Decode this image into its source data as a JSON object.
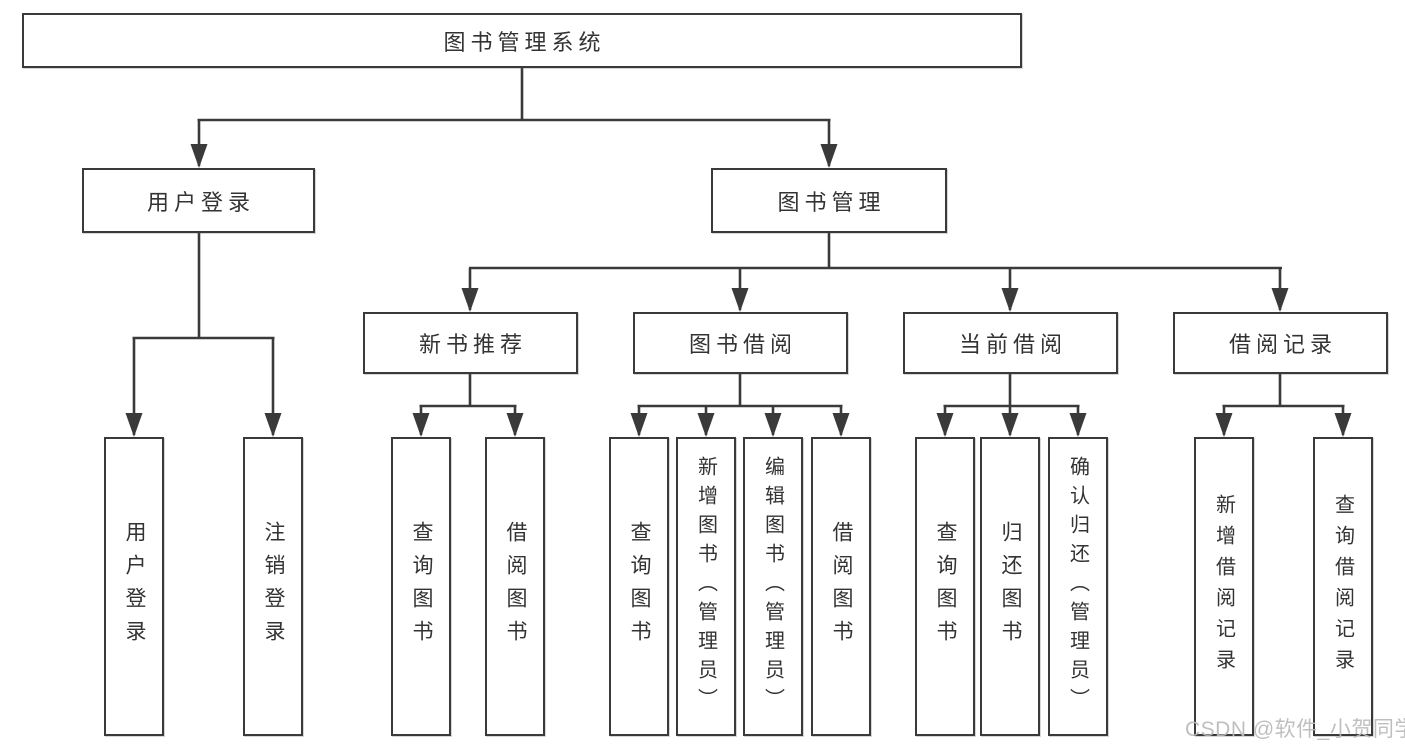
{
  "diagram_title": "图书管理系统",
  "tree": {
    "label": "图书管理系统",
    "children": [
      {
        "label": "用户登录",
        "children": [
          {
            "label": "用户登录"
          },
          {
            "label": "注销登录"
          }
        ]
      },
      {
        "label": "图书管理",
        "children": [
          {
            "label": "新书推荐",
            "children": [
              {
                "label": "查询图书"
              },
              {
                "label": "借阅图书"
              }
            ]
          },
          {
            "label": "图书借阅",
            "children": [
              {
                "label": "查询图书"
              },
              {
                "label": "新增图书（管理员）"
              },
              {
                "label": "编辑图书（管理员）"
              },
              {
                "label": "借阅图书"
              }
            ]
          },
          {
            "label": "当前借阅",
            "children": [
              {
                "label": "查询图书"
              },
              {
                "label": "归还图书"
              },
              {
                "label": "确认归还（管理员）"
              }
            ]
          },
          {
            "label": "借阅记录",
            "children": [
              {
                "label": "新增借阅记录"
              },
              {
                "label": "查询借阅记录"
              }
            ]
          }
        ]
      }
    ]
  },
  "watermark": {
    "text": "CSDN @软件_小贺同学"
  },
  "colors": {
    "line": "#3a3a3a",
    "box_border": "#3a3a3a",
    "box_fill": "#ffffff",
    "text": "#333333",
    "watermark": "#bababa",
    "background": "#ffffff"
  }
}
